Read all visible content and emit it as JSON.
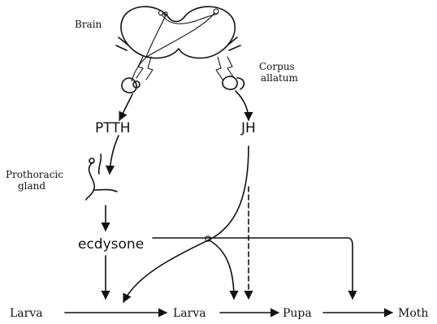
{
  "labels": {
    "brain": "Brain",
    "corpus_allatum_1": "Corpus",
    "corpus_allatum_2": "allatum",
    "ptth": "PTTH",
    "jh": "JH",
    "prothoracic_1": "Prothoracic",
    "prothoracic_2": "gland",
    "ecdysone": "ecdysone"
  },
  "stages": [
    "Larva",
    "Larva",
    "Pupa",
    "Moth"
  ]
}
